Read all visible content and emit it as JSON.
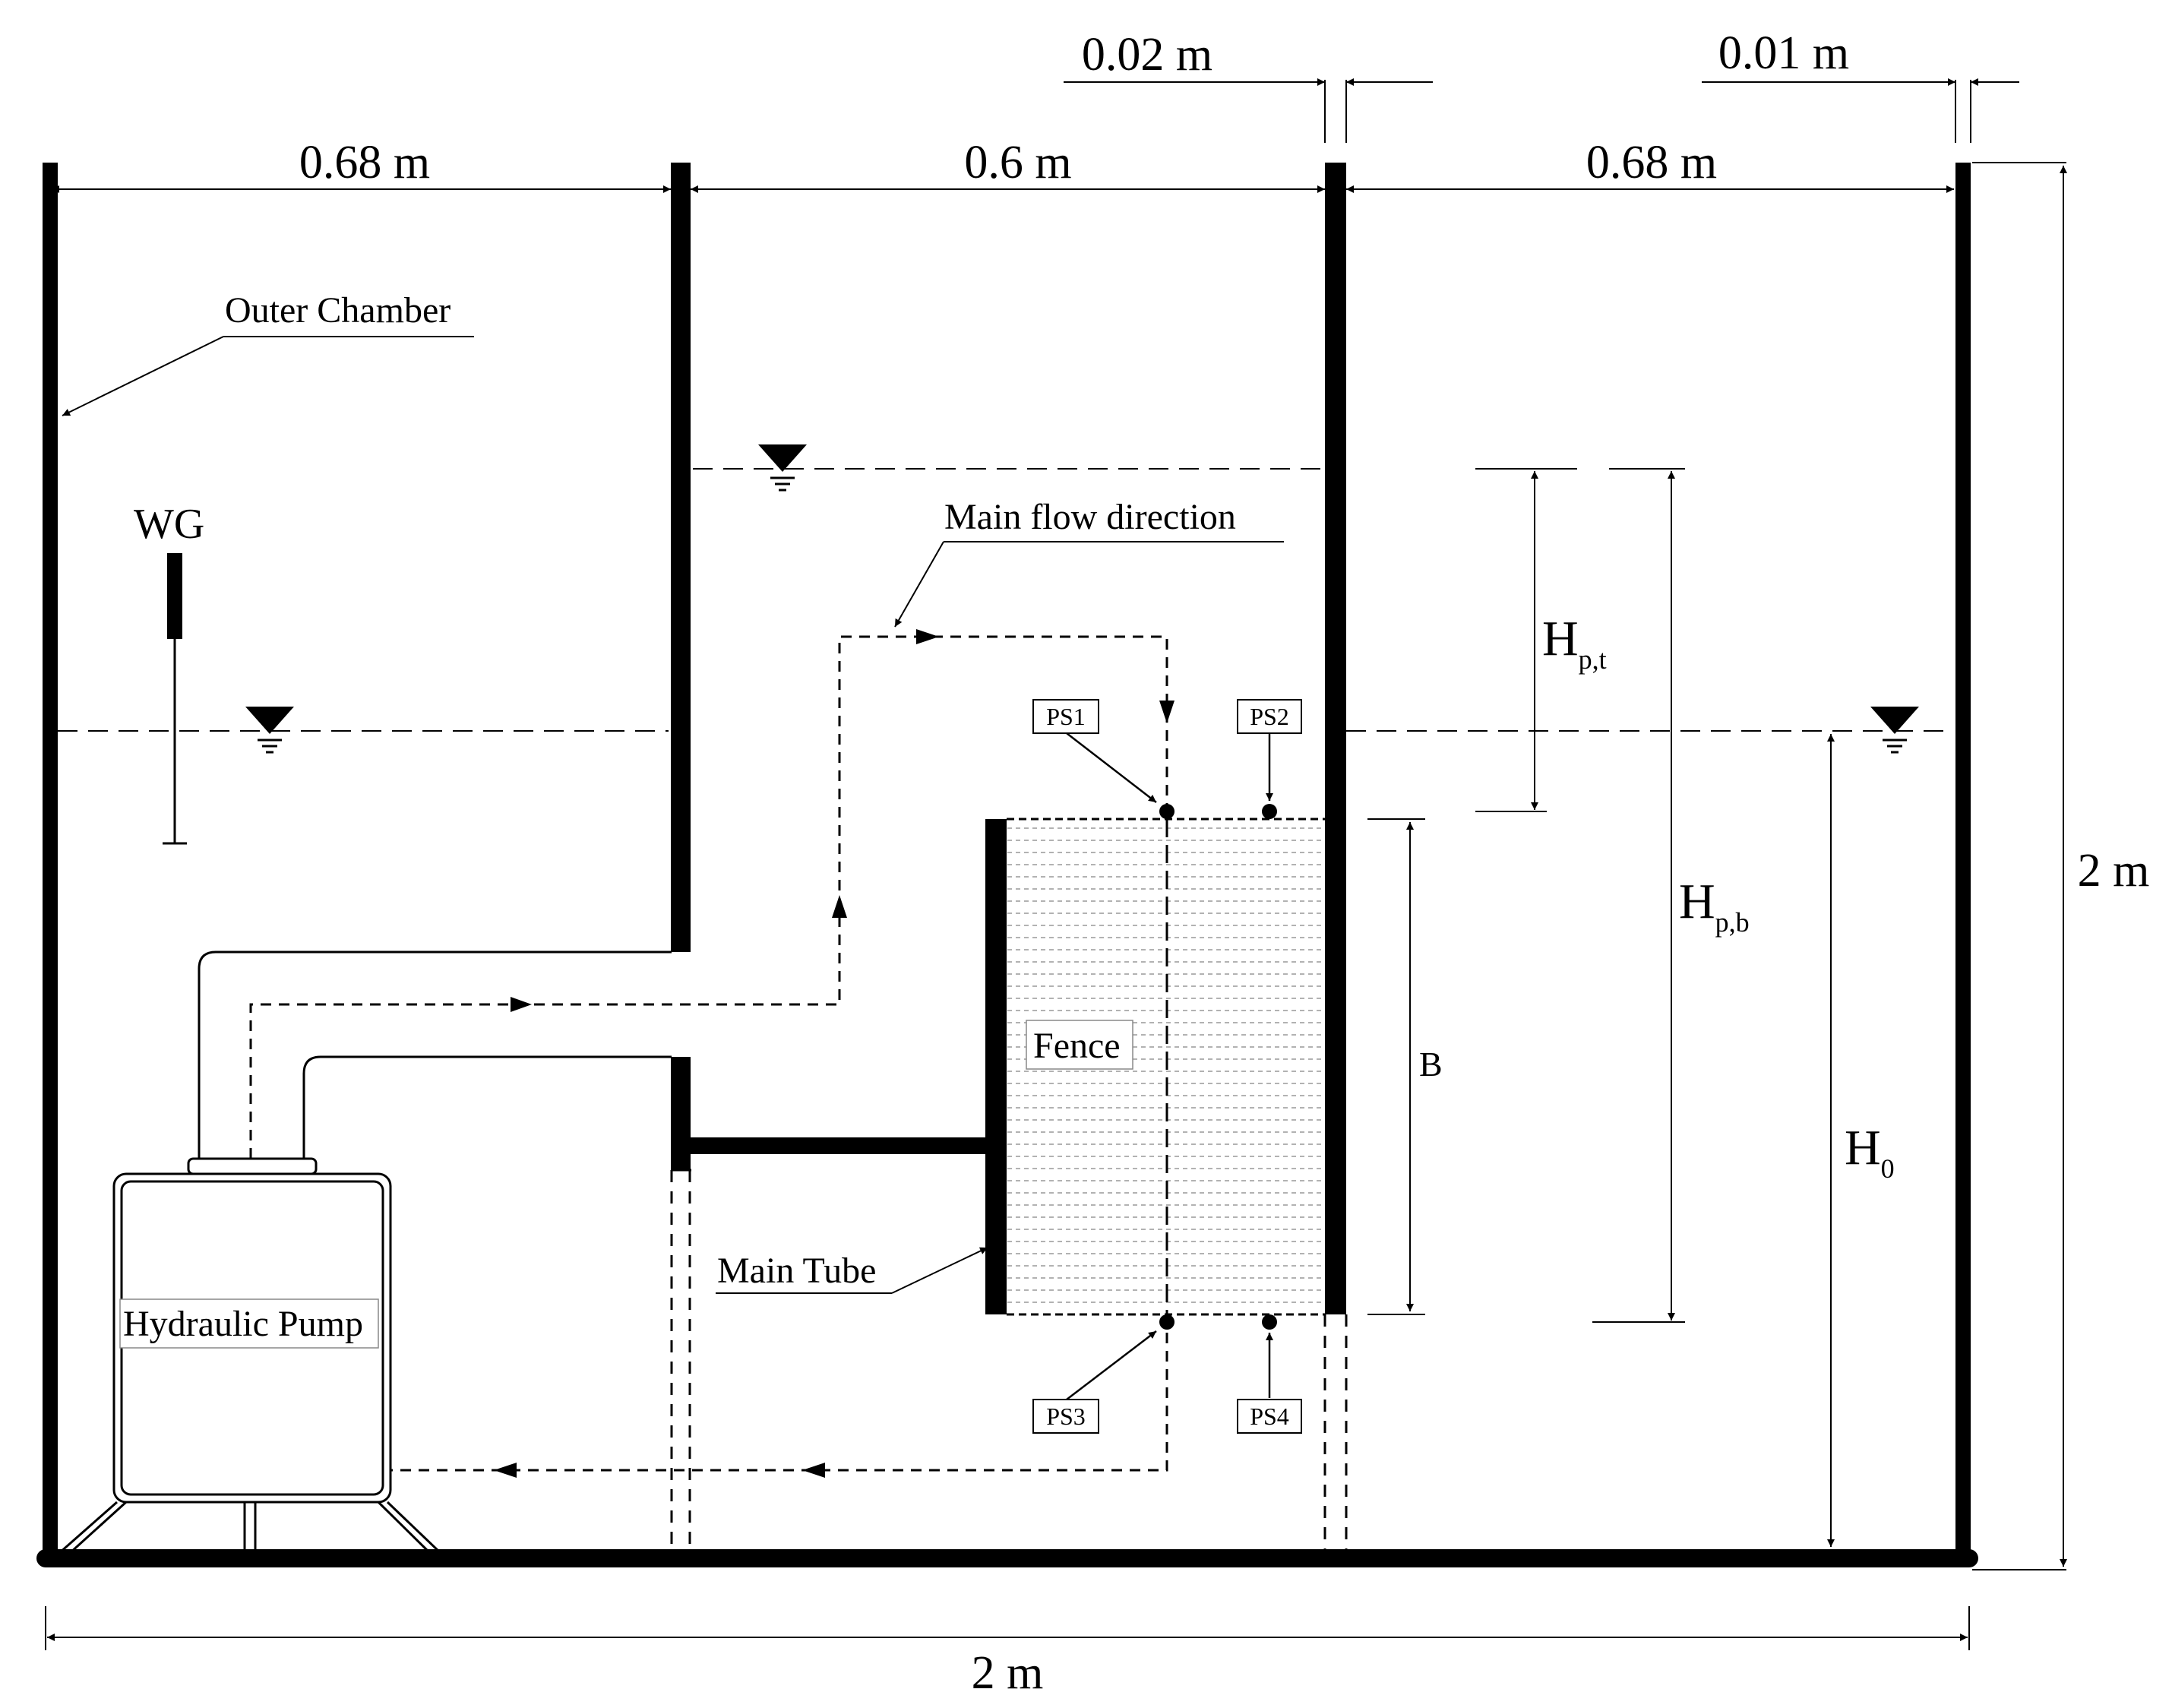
{
  "dimensions": {
    "gap_left": "0.02 m",
    "gap_right": "0.01 m",
    "width_left": "0.68 m",
    "width_middle": "0.6 m",
    "width_right": "0.68 m",
    "total_height": "2 m",
    "total_width": "2 m"
  },
  "labels": {
    "outer_chamber": "Outer Chamber",
    "wave_gauge": "WG",
    "main_flow_direction": "Main flow direction",
    "main_tube": "Main Tube",
    "fence": "Fence",
    "hydraulic_pump": "Hydraulic Pump",
    "fence_height": "B"
  },
  "sensors": {
    "ps1": "PS1",
    "ps2": "PS2",
    "ps3": "PS3",
    "ps4": "PS4"
  },
  "symbols": {
    "hpt_main": "H",
    "hpt_sub": "p,t",
    "hpb_main": "H",
    "hpb_sub": "p,b",
    "h0_main": "H",
    "h0_sub": "0"
  }
}
